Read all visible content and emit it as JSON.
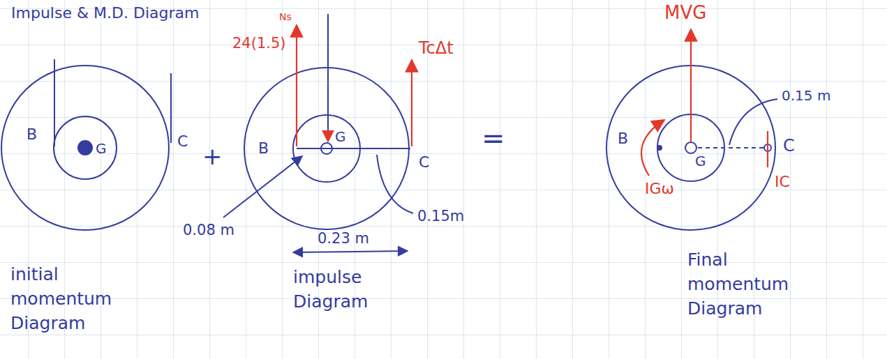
{
  "diagram": {
    "title": "Impulse & M.D. Diagram",
    "labels": [
      "Ns",
      "24(1.5)",
      "TcΔt",
      "MVG",
      "0.15 m",
      "B",
      "G",
      "C",
      "+",
      "B",
      "G",
      "C",
      "=",
      "B",
      "G",
      "C",
      "IC",
      "IGω",
      "0.08 m",
      "0.15m",
      "0.23 m",
      "initial momentum Diagram",
      "impulse Diagram",
      "Final momentum Diagram"
    ]
  }
}
